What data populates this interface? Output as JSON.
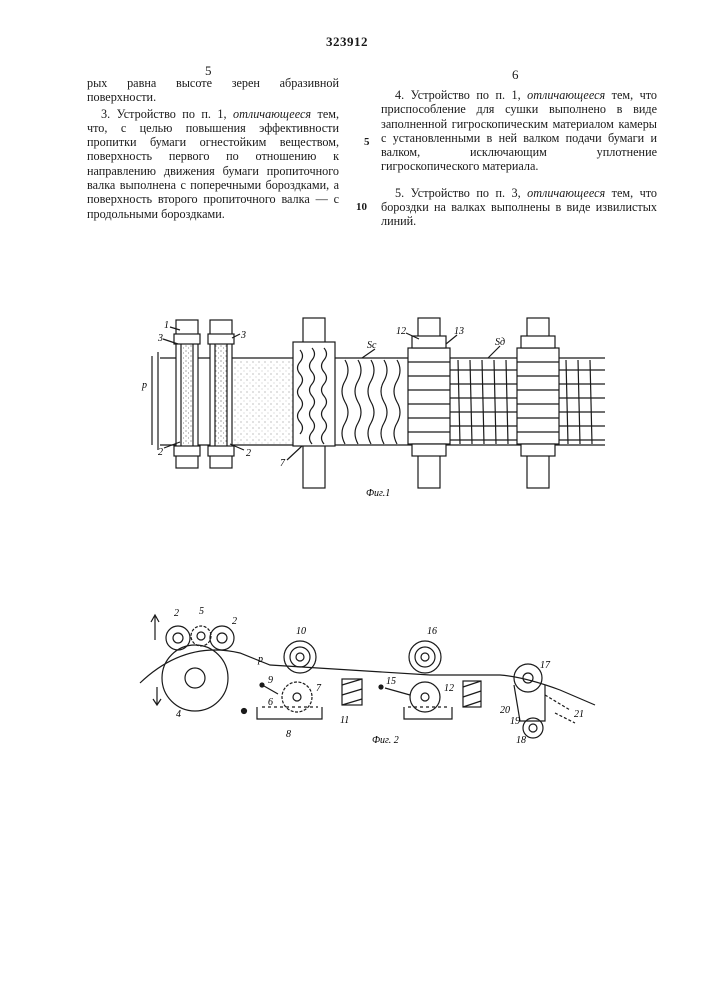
{
  "header": {
    "patent_number": "323912",
    "left_col_number": "5",
    "right_col_number": "6"
  },
  "left_column": {
    "continuation": "рых равна высоте зерен абразивной поверхности.",
    "claim3_num": "3.",
    "claim3_pre": "Устройство по п. 1,",
    "claim3_term": "отличающееся",
    "claim3_post": "тем, что, с целью повышения эффективности пропитки бумаги огнестойким веществом, поверхность первого по отношению к направлению движения бумаги пропиточного валка выполнена с поперечными бороздками, а поверхность второго пропиточного валка — с продольными бороздками."
  },
  "right_column": {
    "claim4_num": "4.",
    "claim4_pre": "Устройство по п. 1,",
    "claim4_term": "отличающееся",
    "claim4_post": "тем, что приспособление для сушки выполнено в виде заполненной гигроскопическим материалом камеры с установленными в ней валком подачи бумаги и валком, исключающим уплотнение гигроскопического материала.",
    "claim5_num": "5.",
    "claim5_pre": "Устройство по п. 3,",
    "claim5_term": "отличающееся",
    "claim5_post": "тем, что бороздки на валках выполнены в виде извилистых линий."
  },
  "margin_numbers": [
    "5",
    "10"
  ],
  "figure1": {
    "caption": "Фиг.1",
    "labels": [
      "1",
      "3",
      "3",
      "р",
      "2",
      "2",
      "7",
      "Sс",
      "12",
      "13",
      "Sд"
    ]
  },
  "figure2": {
    "caption": "Фиг. 2",
    "labels": [
      "2",
      "5",
      "2",
      "4",
      "р",
      "10",
      "9",
      "7",
      "6",
      "8",
      "11",
      "16",
      "15",
      "12",
      "17",
      "20",
      "21",
      "19",
      "18"
    ]
  }
}
